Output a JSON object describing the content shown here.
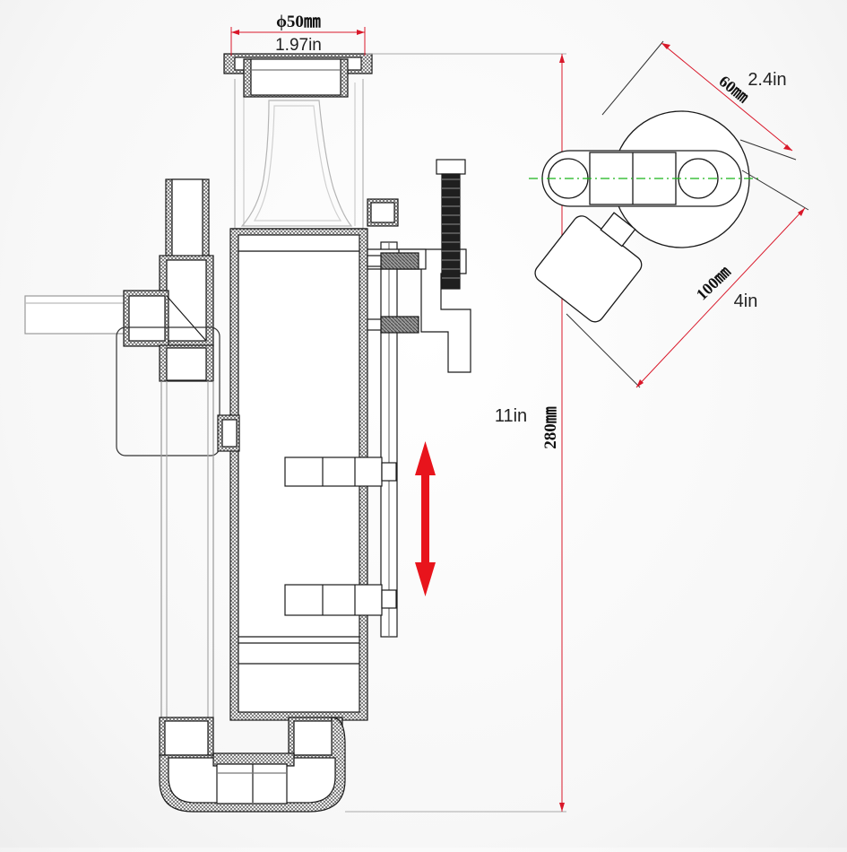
{
  "diagram": {
    "labels": {
      "diameter_mm": "ϕ50㎜",
      "diameter_in": "1.97in",
      "height_in": "11in",
      "height_mm": "280㎜",
      "width_mm": "60㎜",
      "width_in": "2.4in",
      "length_mm": "100㎜",
      "length_in": "4in"
    },
    "colors": {
      "dimension_line": "#d9182a",
      "adjust_arrow": "#e8141c",
      "outline": "#1a1a1a",
      "ghost_outline": "#b0b0b0",
      "centerline": "#19b319",
      "bolt_thread": "#7a7a7a"
    },
    "icons": {
      "adjust_arrow": "double-arrow-vertical-icon"
    }
  }
}
